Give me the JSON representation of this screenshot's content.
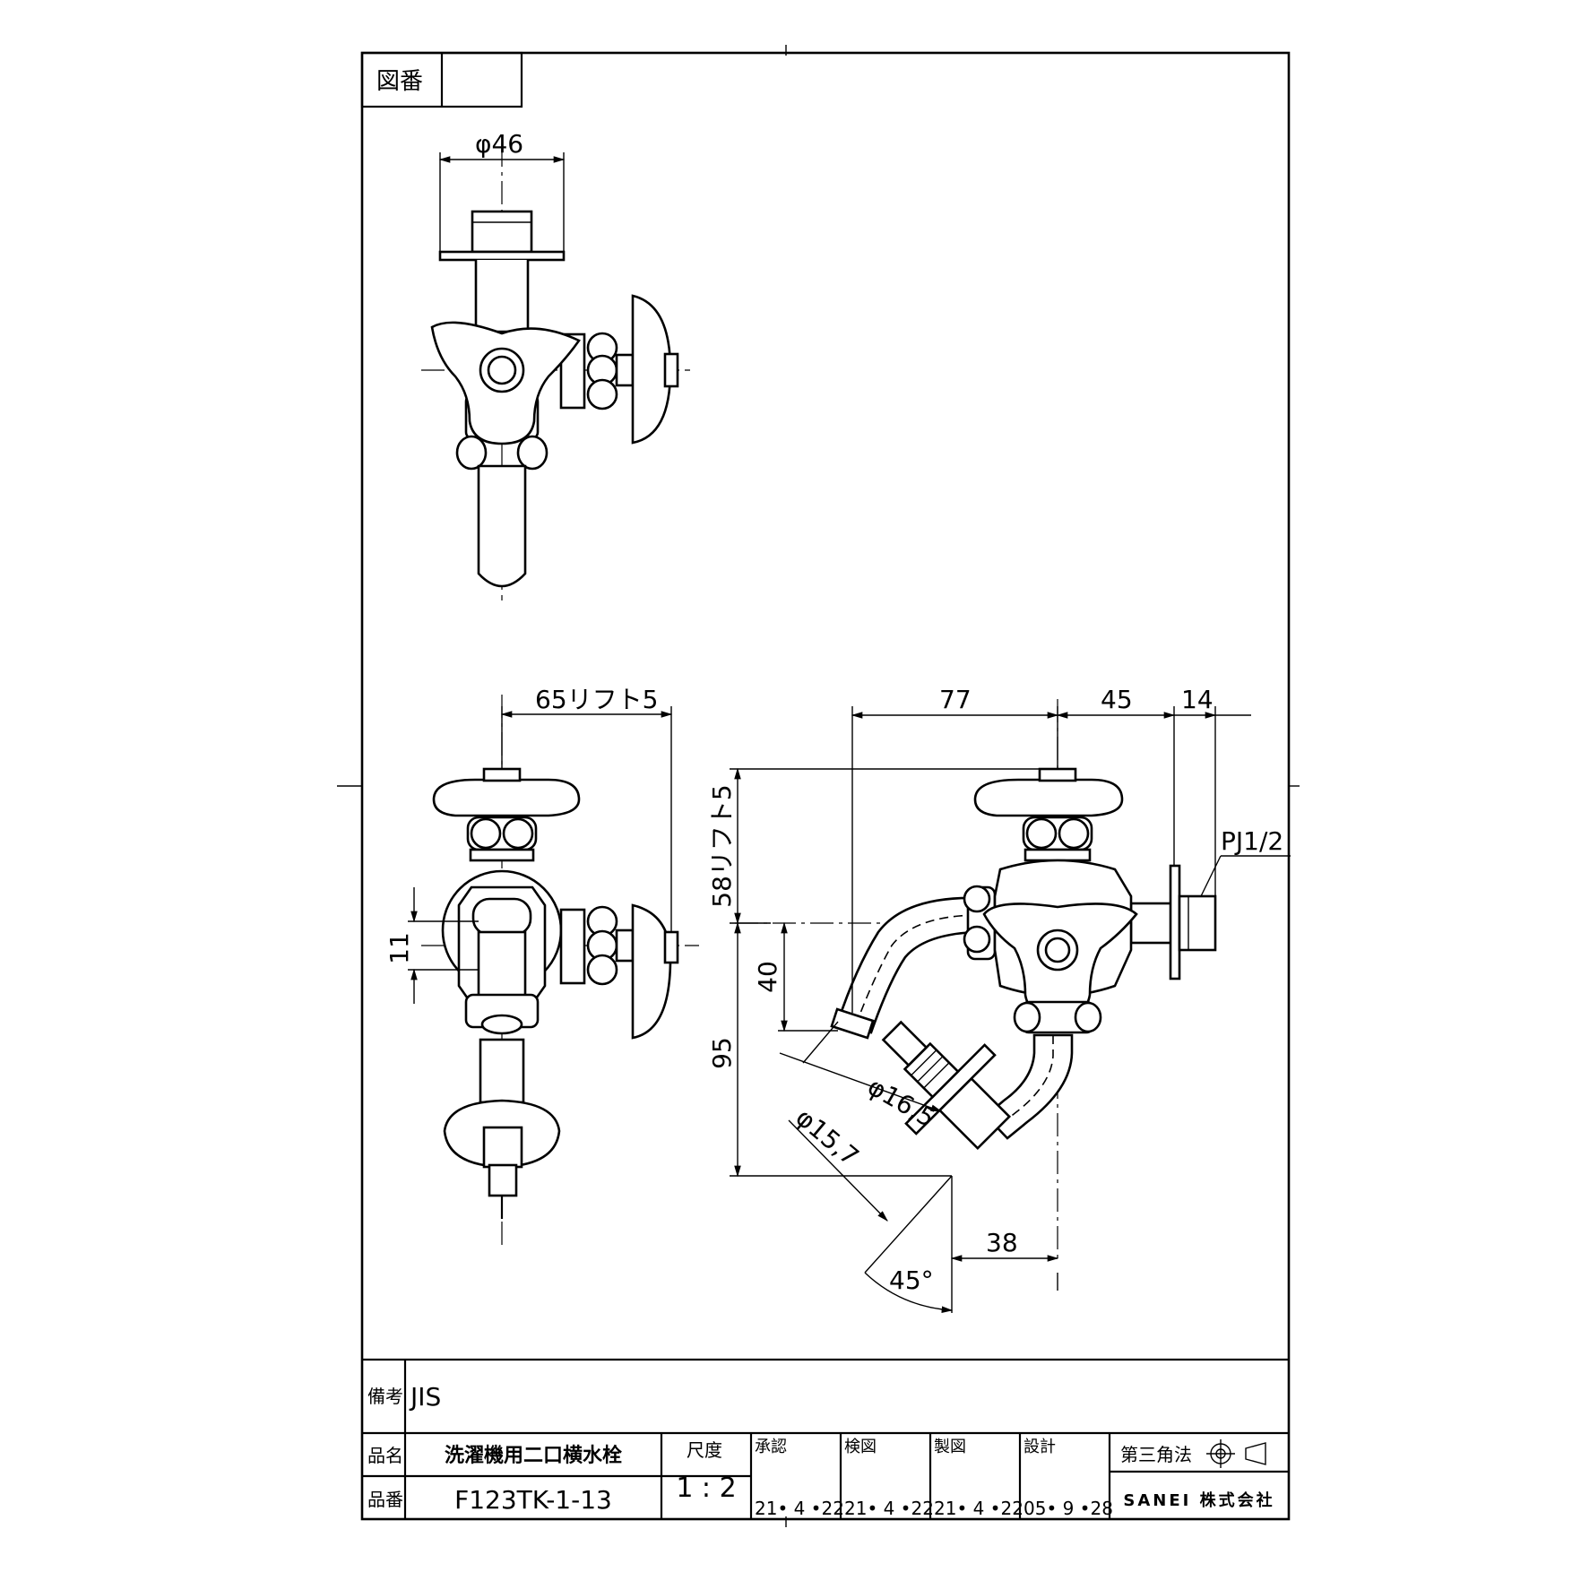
{
  "header": {
    "drawing_number_label": "図番",
    "drawing_number_value": ""
  },
  "dimensions": {
    "top_flange_dia": "φ46",
    "side_view_width": "65リフト5",
    "width_77": "77",
    "width_45": "45",
    "width_14": "14",
    "height_58": "58リフト5",
    "thread": "PJ1/2",
    "offset_11": "11",
    "drop_40": "40",
    "drop_95": "95",
    "dia_16_5": "φ16,5",
    "dia_15_7": "φ15,7",
    "horiz_38": "38",
    "angle_45": "45°"
  },
  "title_block": {
    "remarks_label": "備考",
    "remarks_value": "JIS",
    "name_label": "品名",
    "name_value": "洗濯機用二口横水栓",
    "number_label": "品番",
    "number_value": "F123TK-1-13",
    "scale_label": "尺度",
    "scale_value": "1 : 2",
    "approved_label": "承認",
    "approved_date": "21• 4 •22",
    "checked_label": "検図",
    "checked_date": "21• 4 •22",
    "drawn_label": "製図",
    "drawn_date": "21• 4 •22",
    "design_label": "設計",
    "design_date": "05• 9 •28",
    "projection_label": "第三角法",
    "company": "SANEI 株式会社"
  }
}
